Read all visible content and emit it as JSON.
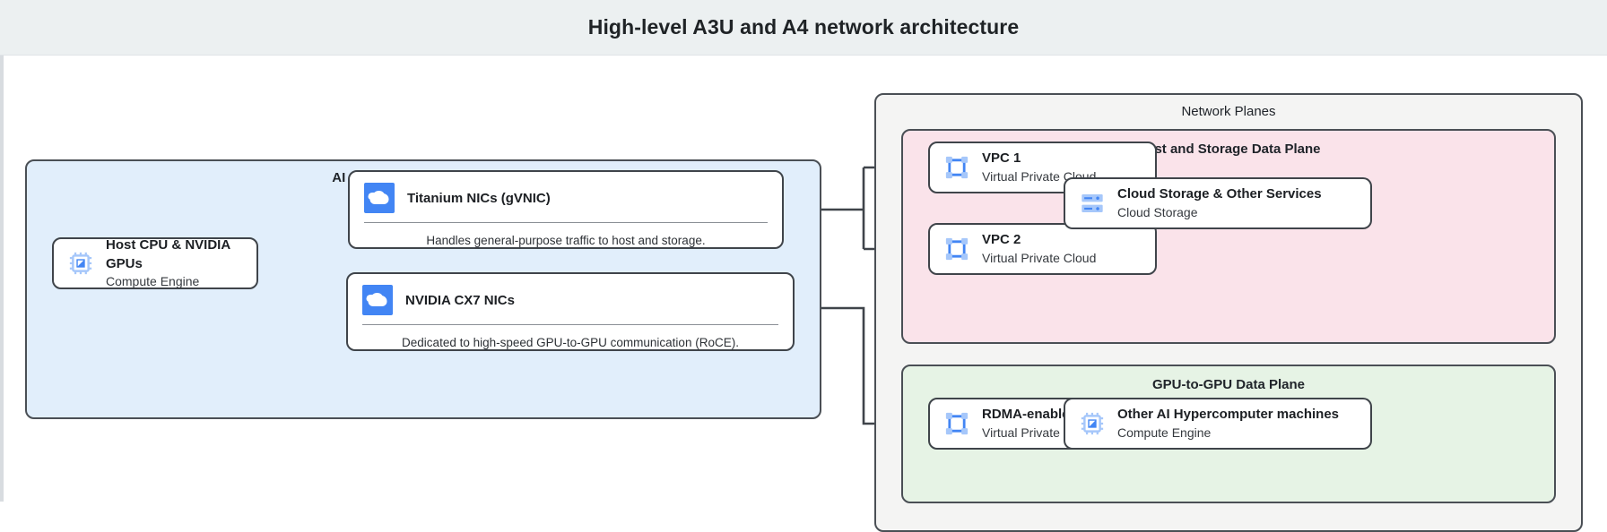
{
  "header": {
    "title": "High-level A3U and A4 network architecture"
  },
  "panels": {
    "hypercomputer": {
      "title": "AI Hypercomputer machines",
      "color": "#e1eefb"
    },
    "network": {
      "title": "Network Planes",
      "color": "#f4f4f3"
    },
    "host_storage": {
      "title": "Host and Storage Data Plane",
      "color": "#fae3ea"
    },
    "gpu_plane": {
      "title": "GPU-to-GPU Data Plane",
      "color": "#e6f3e5"
    }
  },
  "nodes": {
    "host_cpu": {
      "title": "Host CPU & NVIDIA GPUs",
      "subtitle": "Compute Engine",
      "icon": "chip-icon"
    },
    "titanium_nic": {
      "title": "Titanium NICs (gVNIC)",
      "note": "Handles general-purpose traffic to host and storage.",
      "icon": "cloud-icon"
    },
    "cx7_nic": {
      "title": "NVIDIA CX7 NICs",
      "note": "Dedicated to high-speed GPU-to-GPU communication (RoCE).",
      "icon": "cloud-icon"
    },
    "vpc1": {
      "title": "VPC 1",
      "subtitle": "Virtual Private Cloud",
      "icon": "vpc-icon"
    },
    "vpc2": {
      "title": "VPC 2",
      "subtitle": "Virtual Private Cloud",
      "icon": "vpc-icon"
    },
    "cloud_storage": {
      "title": "Cloud Storage & Other Services",
      "subtitle": "Cloud Storage",
      "icon": "storage-icon"
    },
    "rdma_vpc": {
      "title": "RDMA-enabled VPC",
      "subtitle": "Virtual Private Cloud",
      "icon": "vpc-icon"
    },
    "other_machines": {
      "title": "Other AI Hypercomputer machines",
      "subtitle": "Compute Engine",
      "icon": "chip-icon"
    }
  },
  "colors": {
    "header_bg": "#ecf0f1",
    "blue_panel": "#e1eefb",
    "pink_panel": "#fae3ea",
    "green_panel": "#e6f3e5",
    "grey_panel": "#f4f4f3",
    "icon_blue": "#4285f4",
    "icon_blue_light": "#a6c7fa",
    "stroke": "#3f444a"
  }
}
